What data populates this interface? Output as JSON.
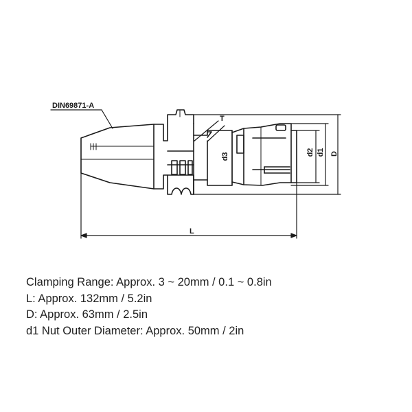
{
  "diagram": {
    "standard_label": "DIN69871-A",
    "labels": {
      "T": "T",
      "d3": "d3",
      "d2": "d2",
      "d1": "d1",
      "D": "D",
      "L": "L"
    },
    "line_color": "#1a1a1a"
  },
  "specs": [
    "Clamping Range: Approx. 3 ~ 20mm / 0.1 ~ 0.8in",
    "L: Approx. 132mm / 5.2in",
    "D: Approx. 63mm / 2.5in",
    "d1 Nut Outer Diameter: Approx. 50mm / 2in"
  ]
}
